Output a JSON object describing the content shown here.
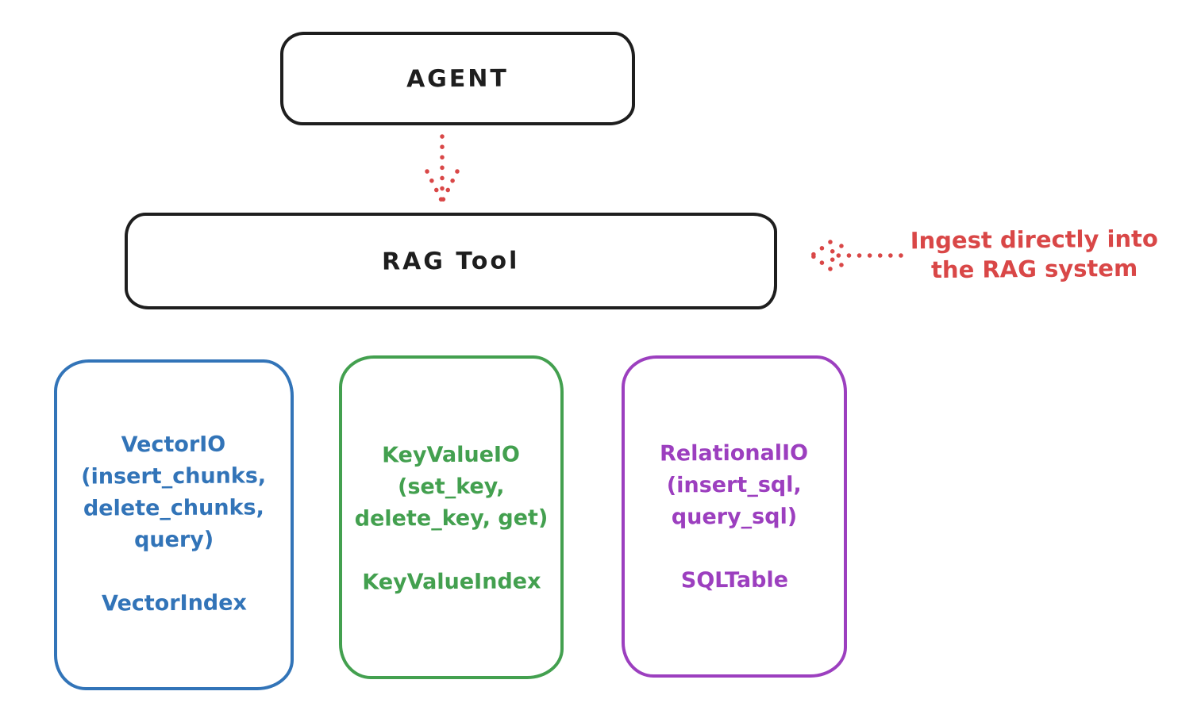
{
  "diagram": {
    "agent_box": {
      "label": "AGENT"
    },
    "rag_tool_box": {
      "label": "RAG Tool"
    },
    "annotation": {
      "line1": "Ingest directly into",
      "line2": "the RAG system"
    },
    "boxes": [
      {
        "title": "VectorIO",
        "params": [
          "(insert_chunks,",
          "delete_chunks,",
          "query)"
        ],
        "index": "VectorIndex",
        "color": "#3274b8"
      },
      {
        "title": "KeyValueIO",
        "params": [
          "(set_key,",
          "delete_key, get)"
        ],
        "index": "KeyValueIndex",
        "color": "#43a04f"
      },
      {
        "title": "RelationalIO",
        "params": [
          "(insert_sql,",
          "query_sql)"
        ],
        "index": "SQLTable",
        "color": "#9c3fbf"
      }
    ],
    "colors": {
      "ink": "#1e1e1e",
      "accent_red": "#d94747",
      "blue": "#3274b8",
      "green": "#43a04f",
      "purple": "#9c3fbf"
    }
  }
}
